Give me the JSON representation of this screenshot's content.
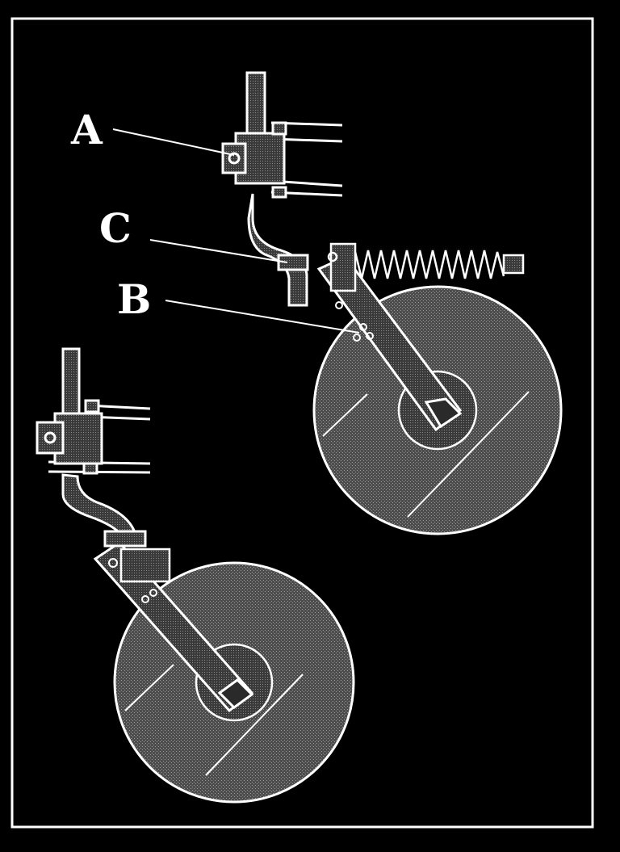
{
  "colors": {
    "background": "#000000",
    "line": "#ffffff",
    "wheel_fill": "#5a5a5a",
    "part_fill": "#7a7a7a"
  },
  "callouts": {
    "A": "A",
    "B": "B",
    "C": "C"
  },
  "icons": {
    "upper_assembly": "coulter-assembly-with-spring",
    "lower_assembly": "coulter-assembly-without-spring"
  }
}
